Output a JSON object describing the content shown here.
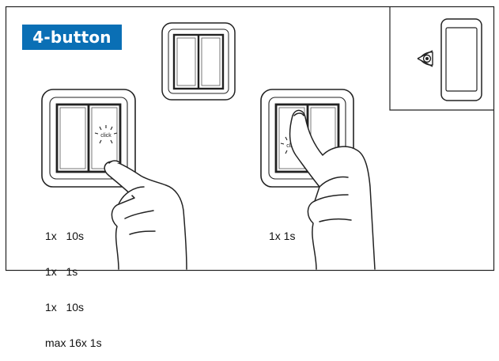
{
  "badge": {
    "label": "4-button",
    "color": "#0a6fb5"
  },
  "left_steps": [
    "1x   10s",
    "1x   1s",
    "1x   10s",
    "max 16x 1s"
  ],
  "right_steps": [
    "1x 1s"
  ],
  "click_label": "click",
  "icons": [
    "eye-icon",
    "smartphone-icon",
    "hand-pointer-icon",
    "wall-switch-icon"
  ]
}
